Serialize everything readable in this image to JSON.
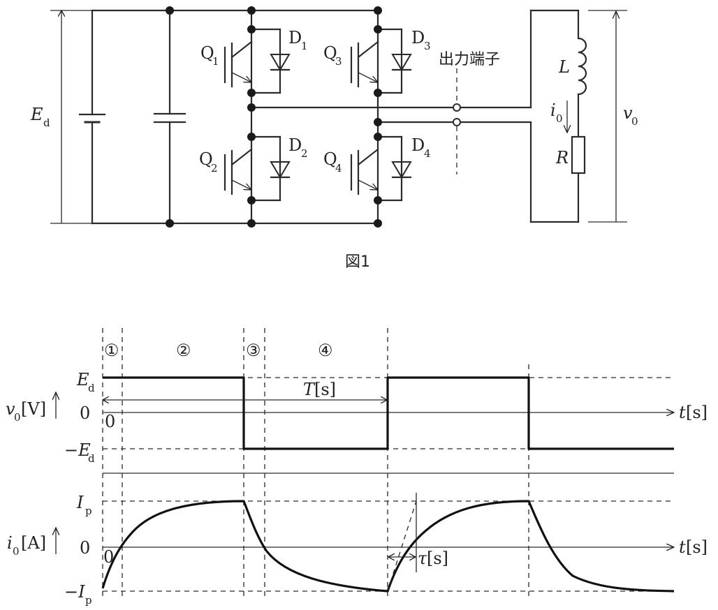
{
  "figure1": {
    "caption": "図1",
    "source_label_main": "E",
    "source_label_sub": "d",
    "output_terminal_label": "出力端子",
    "inductor_label": "L",
    "resistor_label": "R",
    "current_main": "i",
    "current_sub": "0",
    "voltage_main": "v",
    "voltage_sub": "0",
    "switches": [
      {
        "q": "Q",
        "qsub": "1",
        "d": "D",
        "dsub": "1"
      },
      {
        "q": "Q",
        "qsub": "2",
        "d": "D",
        "dsub": "2"
      },
      {
        "q": "Q",
        "qsub": "3",
        "d": "D",
        "dsub": "3"
      },
      {
        "q": "Q",
        "qsub": "4",
        "d": "D",
        "dsub": "4"
      }
    ]
  },
  "figure2": {
    "intervals": [
      "①",
      "②",
      "③",
      "④"
    ],
    "voltage_chart": {
      "ylabel_main": "v",
      "ylabel_sub": "0",
      "ylabel_unit": "[V]",
      "ytick_top_main": "E",
      "ytick_top_sub": "d",
      "ytick_zero": "0",
      "ytick_bottom_main": "−E",
      "ytick_bottom_sub": "d",
      "origin_label": "0",
      "period_label": "T",
      "period_unit": "[s]",
      "xlabel": "t",
      "xunit": "[s]"
    },
    "current_chart": {
      "ylabel_main": "i",
      "ylabel_sub": "0",
      "ylabel_unit": "[A]",
      "ytick_top_main": "I",
      "ytick_top_sub": "p",
      "ytick_zero": "0",
      "ytick_bottom_main": "−I",
      "ytick_bottom_sub": "p",
      "origin_label": "0",
      "tau_label": "τ",
      "tau_unit": "[s]",
      "xlabel": "t",
      "xunit": "[s]"
    }
  }
}
